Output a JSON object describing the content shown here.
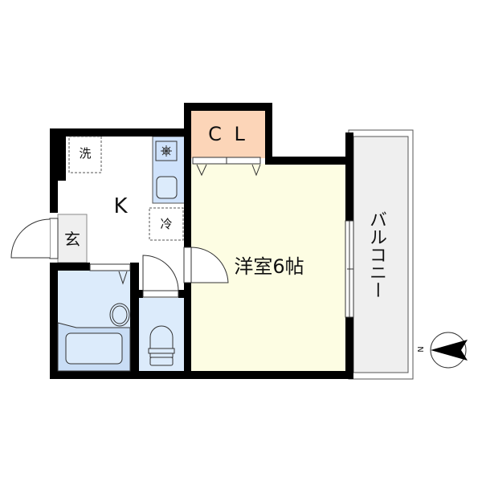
{
  "floorplan": {
    "rooms": {
      "kitchen": {
        "label": "K"
      },
      "closet": {
        "label": "C L"
      },
      "western_room": {
        "label": "洋室6帖"
      },
      "entrance": {
        "label": "玄"
      },
      "balcony": {
        "label": "バルコニー"
      },
      "bathroom": {
        "label": ""
      },
      "toilet": {
        "label": ""
      }
    },
    "fixtures": {
      "washer": {
        "label": "洗"
      },
      "refrigerator": {
        "label": "冷"
      },
      "stove": {
        "icon": "stove-burner-icon"
      },
      "sink": {
        "icon": "sink-icon"
      }
    },
    "compass": {
      "label": "N"
    },
    "colors": {
      "wall": "#000000",
      "closet_fill": "#fcd5b8",
      "western_room_fill": "#fdfde3",
      "wet_area_fill": "#dcebfb",
      "wet_area_dark": "#c9ddf5",
      "entrance_fill": "#efefef",
      "balcony_fill": "#efefef"
    }
  }
}
